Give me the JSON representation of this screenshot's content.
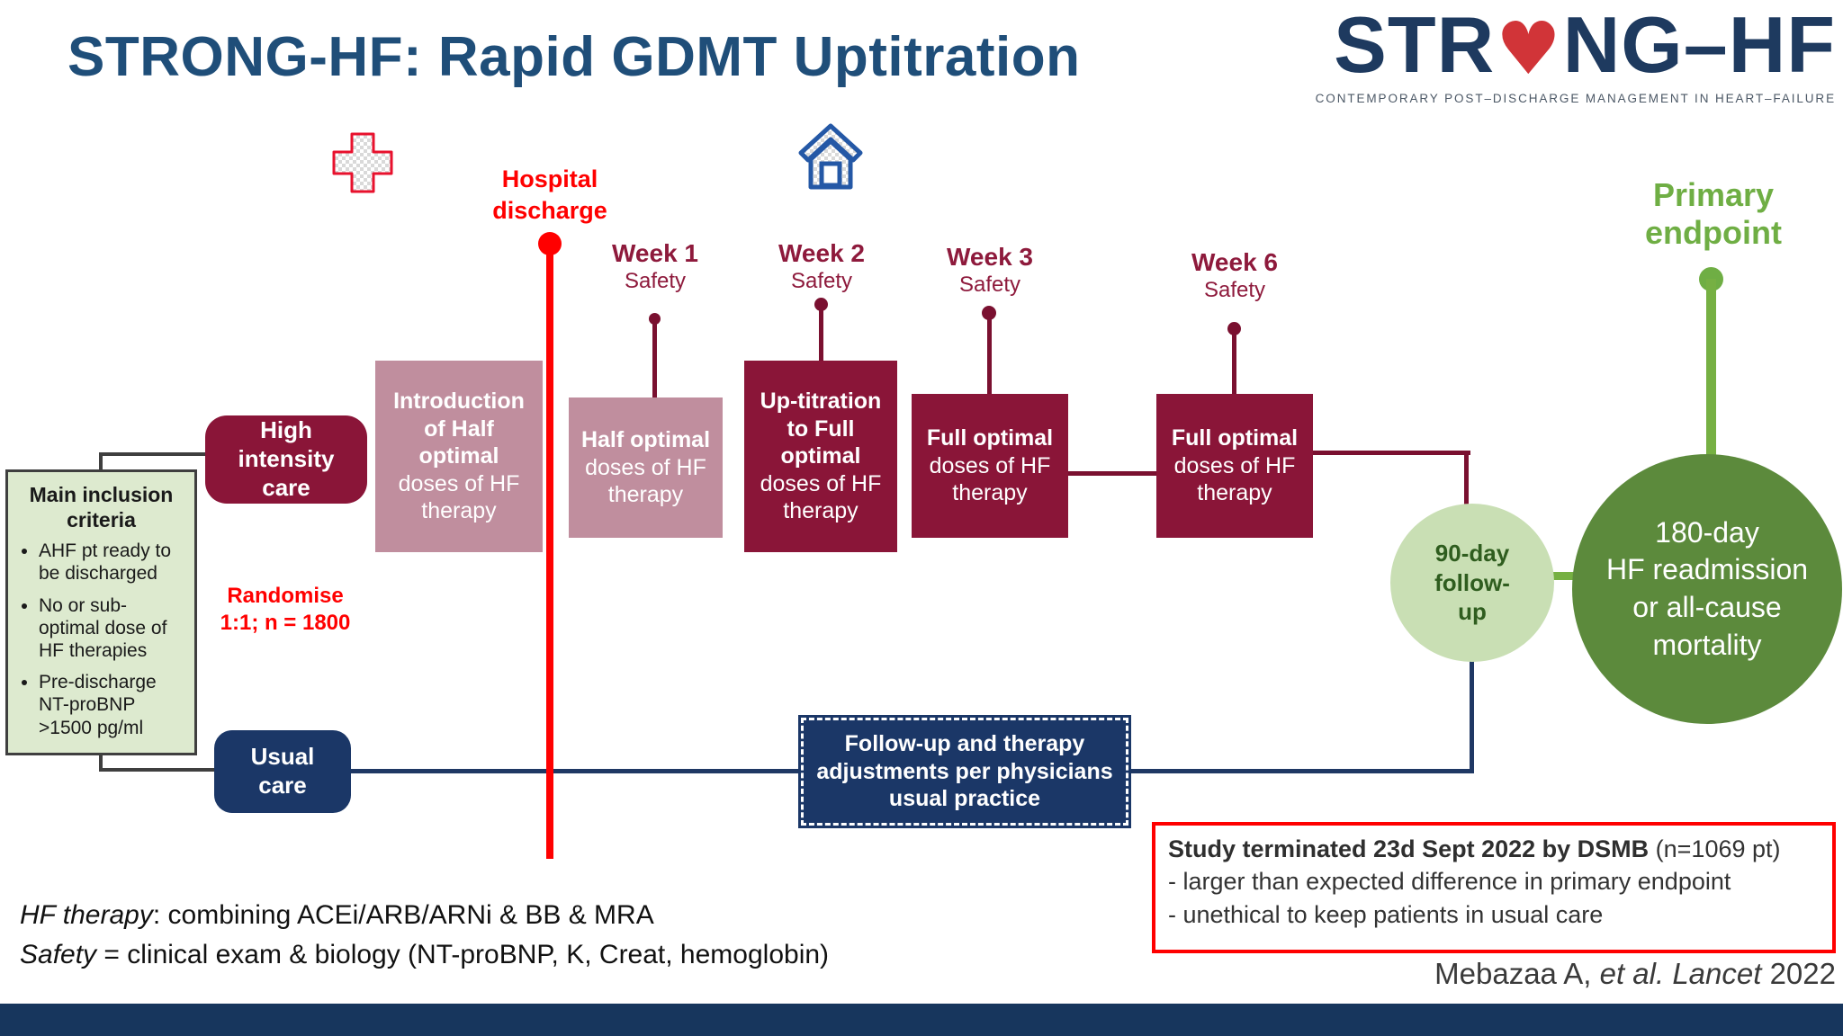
{
  "title": "STRONG-HF: Rapid GDMT Uptitration",
  "logo": {
    "word_start": "STR",
    "word_end": "NG–HF",
    "tagline": "CONTEMPORARY POST–DISCHARGE MANAGEMENT IN HEART–FAILURE"
  },
  "icons": {
    "cross": "medical-cross-icon",
    "home": "home-icon",
    "heart": "heart-icon"
  },
  "discharge": {
    "label": "Hospital discharge"
  },
  "weeks": [
    {
      "label": "Week 1",
      "sub": "Safety"
    },
    {
      "label": "Week 2",
      "sub": "Safety"
    },
    {
      "label": "Week 3",
      "sub": "Safety"
    },
    {
      "label": "Week 6",
      "sub": "Safety"
    }
  ],
  "inclusion": {
    "title": "Main inclusion criteria",
    "bullets": [
      "AHF pt ready to be discharged",
      "No or sub-optimal dose of HF therapies",
      "Pre-discharge NT-proBNP >1500 pg/ml"
    ]
  },
  "randomise": {
    "line1": "Randomise",
    "line2": "1:1; n = 1800"
  },
  "arm_high": {
    "label": "High intensity care",
    "intro": {
      "bold": "Introduction of Half optimal",
      "rest": "doses of HF therapy"
    },
    "half": {
      "bold": "Half optimal",
      "rest": "doses of HF therapy"
    },
    "uptitration": {
      "bold": "Up-titration to Full optimal",
      "rest": "doses of HF therapy"
    },
    "full1": {
      "bold": "Full optimal",
      "rest": "doses of HF therapy"
    },
    "full2": {
      "bold": "Full optimal",
      "rest": "doses of HF therapy"
    }
  },
  "arm_usual": {
    "label": "Usual care",
    "followup": "Follow-up and therapy adjustments per physicians usual practice"
  },
  "followup_circle": {
    "lines": [
      "90-day",
      "follow-",
      "up"
    ]
  },
  "endpoint": {
    "heading": "Primary endpoint",
    "circle_lines": [
      "180-day",
      "HF readmission",
      "or all-cause",
      "mortality"
    ]
  },
  "termination": {
    "headline_bold": "Study terminated 23d Sept 2022 by DSMB",
    "headline_rest": " (n=1069 pt)",
    "reasons": [
      "- larger than expected difference in primary endpoint",
      "- unethical to keep patients in usual care"
    ]
  },
  "footnotes": {
    "hf_italic": "HF therapy",
    "hf_rest": ": combining ACEi/ARB/ARNi & BB & MRA",
    "safety_italic": "Safety",
    "safety_rest": " = clinical exam & biology (NT-proBNP, K, Creat, hemoglobin)"
  },
  "citation": {
    "part1": "Mebazaa A, ",
    "part2": "et al. Lancet",
    "part3": " 2022"
  },
  "colors": {
    "title_blue": "#1F4E79",
    "maroon": "#8A1538",
    "pink": "#C08E9E",
    "navy": "#1B3767",
    "red": "#FF0000",
    "green": "#6FAE44",
    "dark_green_circle": "#5C8A3C",
    "light_green_circle": "#C9DFB4",
    "inclusion_green": "#DDEACF"
  }
}
